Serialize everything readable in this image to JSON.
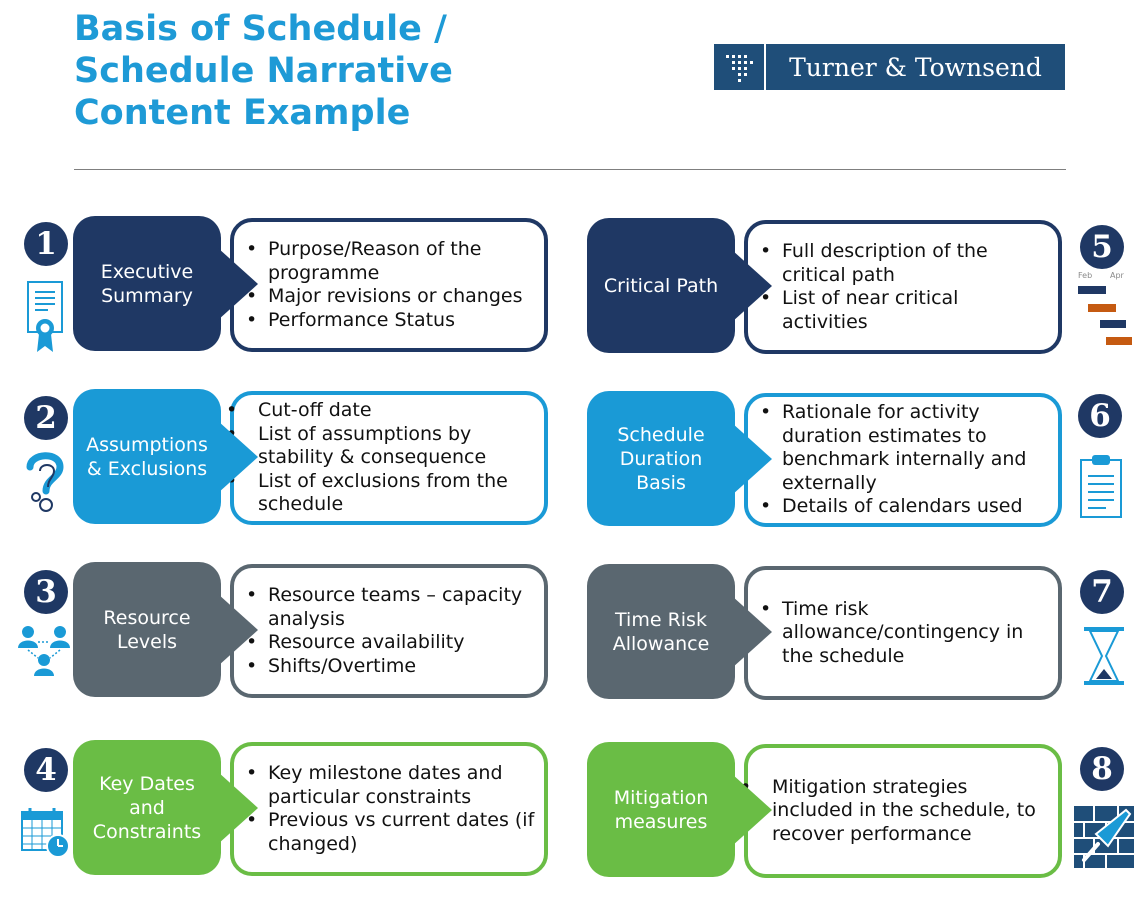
{
  "header": {
    "title_lines": [
      "Basis of Schedule /",
      "Schedule Narrative",
      "Content Example"
    ],
    "logo_text": "Turner & Townsend"
  },
  "colors": {
    "title": "#1e9ad6",
    "navy": "#1f3864",
    "blue": "#1a9ad6",
    "grey": "#5a6770",
    "green": "#6abd45",
    "logo_bg": "#1f4e79",
    "bar_orange": "#c55a11"
  },
  "items": [
    {
      "number": "1",
      "title": "Executive Summary",
      "icon": "certificate-icon",
      "bullets": [
        "Purpose/Reason of the programme",
        "Major revisions or changes",
        "Performance Status"
      ]
    },
    {
      "number": "2",
      "title": "Assumptions & Exclusions",
      "icon": "question-mark-icon",
      "bullets": [
        "Cut-off date",
        "List of assumptions by stability & consequence",
        "List of exclusions from the schedule"
      ]
    },
    {
      "number": "3",
      "title": "Resource Levels",
      "icon": "people-network-icon",
      "bullets": [
        "Resource teams – capacity analysis",
        "Resource availability",
        "Shifts/Overtime"
      ]
    },
    {
      "number": "4",
      "title": "Key Dates and Constraints",
      "icon": "calendar-clock-icon",
      "bullets": [
        "Key milestone dates and particular constraints",
        "Previous vs current dates (if changed)"
      ]
    },
    {
      "number": "5",
      "title": "Critical Path",
      "icon": "gantt-chart-icon",
      "icon_labels": [
        "Feb",
        "Apr"
      ],
      "bullets": [
        "Full description of the critical path",
        "List of near critical activities"
      ]
    },
    {
      "number": "6",
      "title": "Schedule Duration Basis",
      "icon": "clipboard-icon",
      "bullets": [
        "Rationale for activity duration estimates to benchmark internally and externally",
        "Details of calendars used"
      ]
    },
    {
      "number": "7",
      "title": "Time Risk Allowance",
      "icon": "hourglass-icon",
      "bullets": [
        "Time risk allowance/contingency in the schedule"
      ]
    },
    {
      "number": "8",
      "title": "Mitigation measures",
      "icon": "trowel-wall-icon",
      "bullets": [
        "Mitigation strategies included in the schedule, to recover performance"
      ]
    }
  ]
}
